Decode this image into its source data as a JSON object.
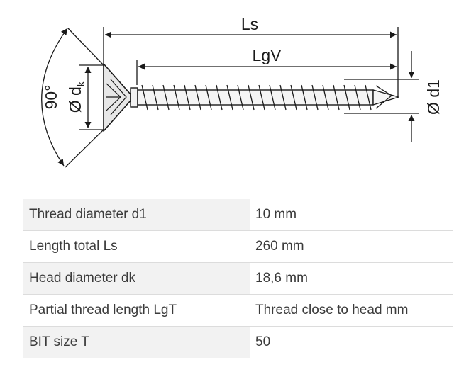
{
  "diagram": {
    "labels": {
      "length_total": "Ls",
      "thread_length": "LgV",
      "angle": "90°",
      "head_diameter": "Ø d",
      "head_diameter_sub": "k",
      "thread_diameter": "Ø d1"
    }
  },
  "spec_table": {
    "rows": [
      {
        "label": "Thread diameter d1",
        "value": "10 mm"
      },
      {
        "label": "Length total Ls",
        "value": "260 mm"
      },
      {
        "label": "Head diameter dk",
        "value": "18,6 mm"
      },
      {
        "label": "Partial thread length LgT",
        "value": "Thread close to head mm"
      },
      {
        "label": "BIT size T",
        "value": "50"
      }
    ]
  }
}
